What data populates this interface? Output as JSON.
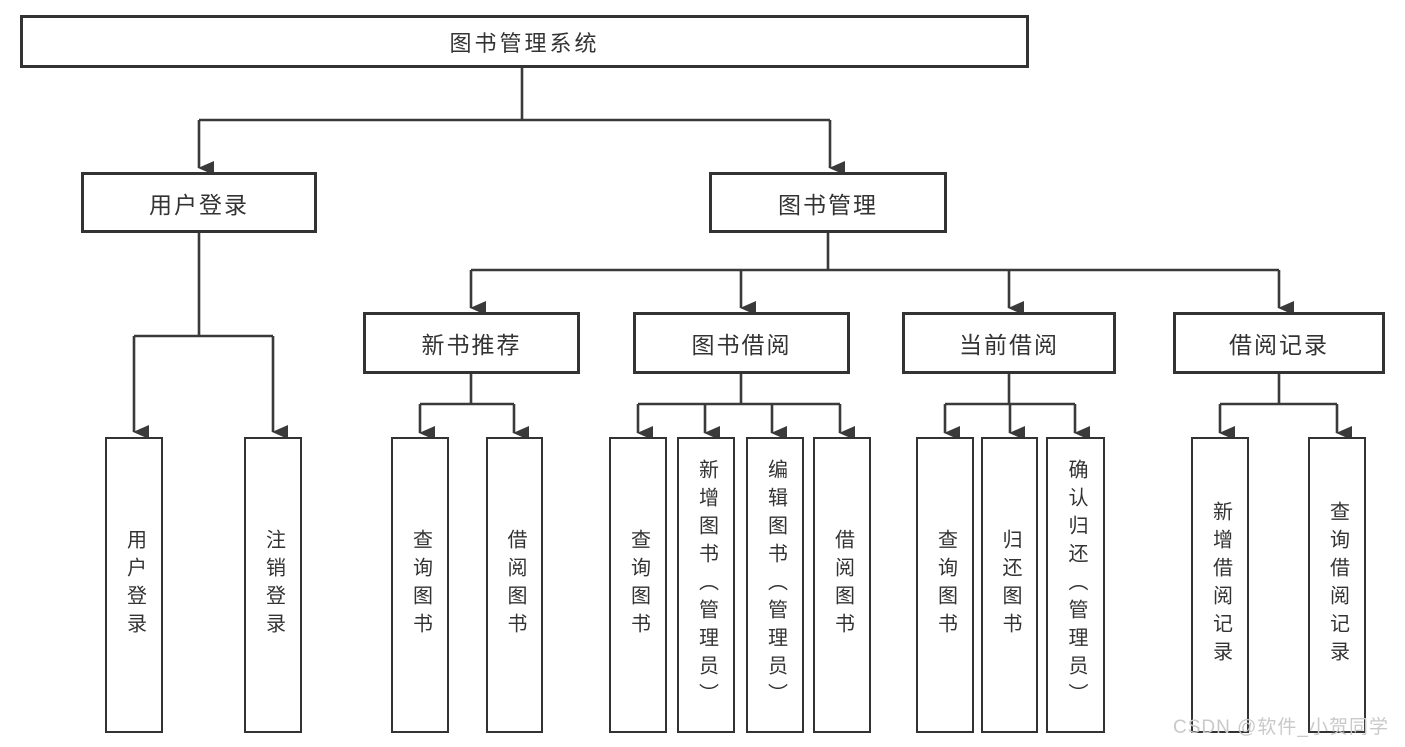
{
  "tree": {
    "root": {
      "label": "图书管理系统"
    },
    "branches": [
      {
        "label": "用户登录",
        "children": [
          {
            "label": "用户登录"
          },
          {
            "label": "注销登录"
          }
        ]
      },
      {
        "label": "图书管理",
        "children": [
          {
            "label": "新书推荐",
            "children": [
              {
                "label": "查询图书"
              },
              {
                "label": "借阅图书"
              }
            ]
          },
          {
            "label": "图书借阅",
            "children": [
              {
                "label": "查询图书"
              },
              {
                "label": "新增图书（管理员）"
              },
              {
                "label": "编辑图书（管理员）"
              },
              {
                "label": "借阅图书"
              }
            ]
          },
          {
            "label": "当前借阅",
            "children": [
              {
                "label": "查询图书"
              },
              {
                "label": "归还图书"
              },
              {
                "label": "确认归还（管理员）"
              }
            ]
          },
          {
            "label": "借阅记录",
            "children": [
              {
                "label": "新增借阅记录"
              },
              {
                "label": "查询借阅记录"
              }
            ]
          }
        ]
      }
    ]
  },
  "watermark": {
    "text": "CSDN @软件_小贺同学"
  },
  "colors": {
    "line": "#3a3a3a",
    "border": "#333333",
    "text": "#333333",
    "watermark_text": "#c9c9c9",
    "background": "#ffffff"
  }
}
